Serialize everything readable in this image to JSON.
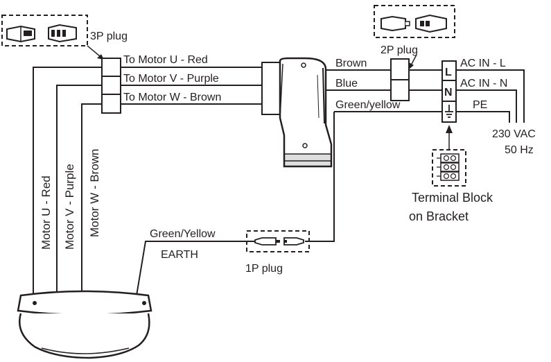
{
  "labels": {
    "plug_3p": "3P plug",
    "plug_2p": "2P plug",
    "plug_1p": "1P plug",
    "to_motor_u": "To Motor U - Red",
    "to_motor_v": "To Motor V - Purple",
    "to_motor_w": "To Motor W - Brown",
    "brown": "Brown",
    "blue": "Blue",
    "green_yellow": "Green/yellow",
    "ac_in_l": "AC IN - L",
    "ac_in_n": "AC IN - N",
    "pe": "PE",
    "voltage": "230 VAC",
    "frequency": "50 Hz",
    "terminal_block_1": "Terminal  Block",
    "terminal_block_2": "on  Bracket",
    "motor_u": "Motor U - Red",
    "motor_v": "Motor V - Purple",
    "motor_w": "Motor W - Brown",
    "green_yellow_earth": "Green/Yellow",
    "earth": "EARTH",
    "terminal_l": "L",
    "terminal_n": "N"
  },
  "icons": [
    "plug-3p-icon",
    "plug-2p-icon",
    "plug-1p-icon",
    "control-box-icon",
    "terminal-block-icon",
    "motor-housing-icon",
    "earth-symbol-icon"
  ]
}
